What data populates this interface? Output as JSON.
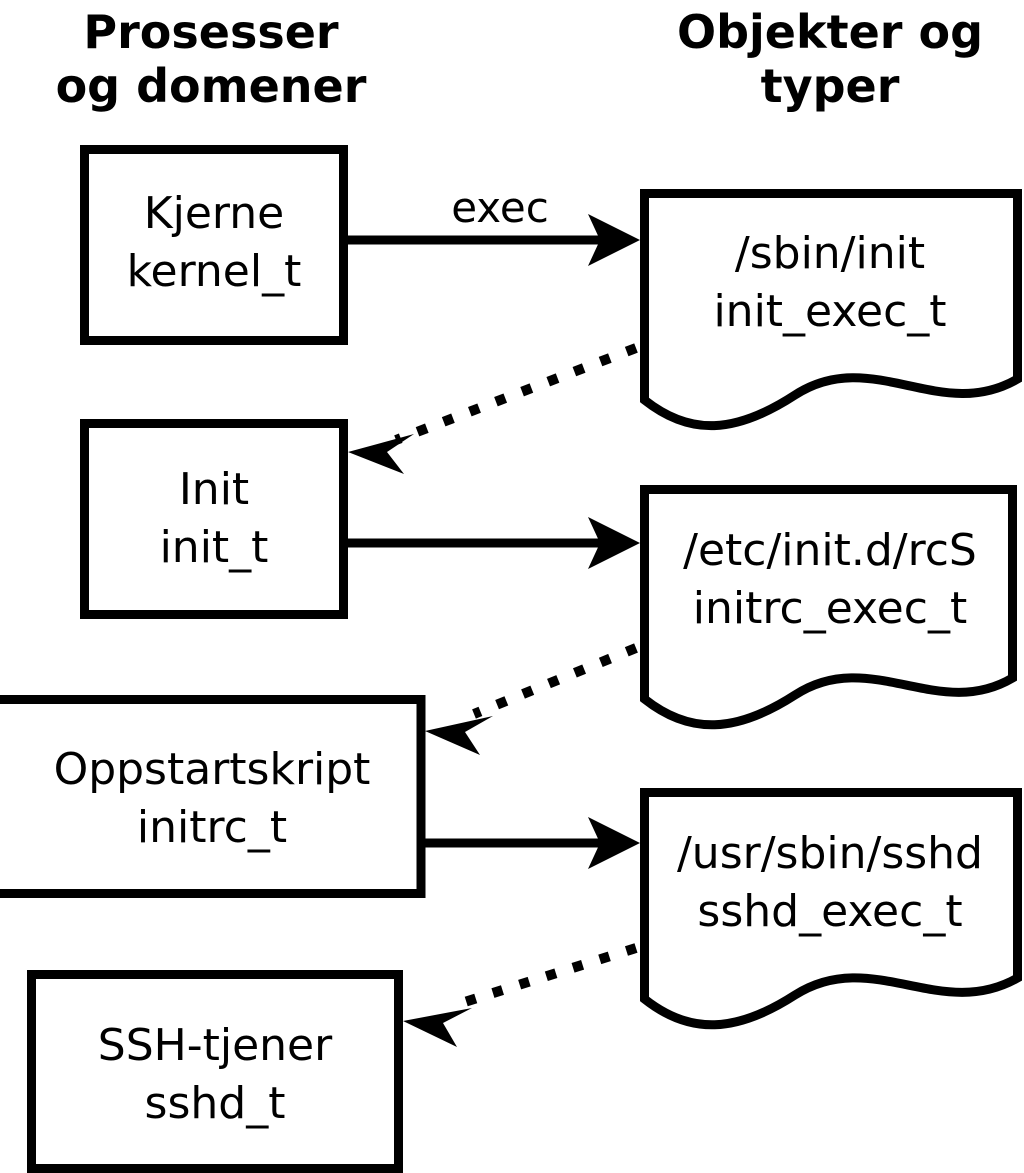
{
  "diagram": {
    "title_left": "Prosesser og domener",
    "title_right": "Objekter og typer",
    "columns": [
      {
        "id": "processes",
        "line1": "Prosesser",
        "line2": "og domener"
      },
      {
        "id": "objects",
        "line1": "Objekter og",
        "line2": "typer"
      }
    ],
    "process_nodes": [
      {
        "id": "kernel",
        "line1": "Kjerne",
        "line2": "kernel_t"
      },
      {
        "id": "init",
        "line1": "Init",
        "line2": "init_t"
      },
      {
        "id": "initrc",
        "line1": "Oppstartskript",
        "line2": "initrc_t"
      },
      {
        "id": "sshd",
        "line1": "SSH-tjener",
        "line2": "sshd_t"
      }
    ],
    "object_nodes": [
      {
        "id": "init-exec",
        "line1": "/sbin/init",
        "line2": "init_exec_t"
      },
      {
        "id": "initrc-exec",
        "line1": "/etc/init.d/rcS",
        "line2": "initrc_exec_t"
      },
      {
        "id": "sshd-exec",
        "line1": "/usr/sbin/sshd",
        "line2": "sshd_exec_t"
      }
    ],
    "edges": [
      {
        "id": "kernel-exec-init",
        "from": "kernel",
        "to": "init-exec",
        "style": "solid",
        "label": "exec"
      },
      {
        "id": "init-exec-transition",
        "from": "init-exec",
        "to": "init",
        "style": "dotted",
        "label": ""
      },
      {
        "id": "init-exec-rcs",
        "from": "init",
        "to": "initrc-exec",
        "style": "solid",
        "label": ""
      },
      {
        "id": "initrc-exec-transition",
        "from": "initrc-exec",
        "to": "initrc",
        "style": "dotted",
        "label": ""
      },
      {
        "id": "initrc-exec-sshd",
        "from": "initrc",
        "to": "sshd-exec",
        "style": "solid",
        "label": ""
      },
      {
        "id": "sshd-exec-transition",
        "from": "sshd-exec",
        "to": "sshd",
        "style": "dotted",
        "label": ""
      }
    ],
    "colors": {
      "background": "#ffffff",
      "stroke": "#000000",
      "fill": "#ffffff",
      "text": "#000000"
    }
  }
}
